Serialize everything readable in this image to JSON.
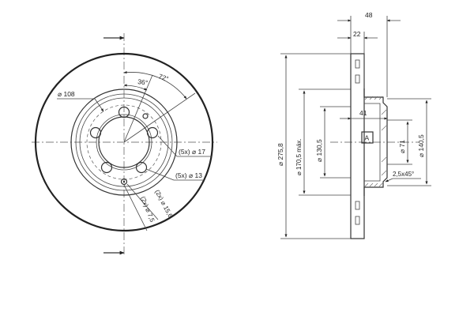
{
  "front_view": {
    "dia_108": "⌀ 108",
    "angle_72": "72°",
    "angle_36": "36°",
    "hole_5x17": "(5x) ⌀ 17",
    "hole_5x13": "(5x) ⌀ 13",
    "hole_2x156": "(2x) ⌀ 15,6",
    "hole_2x75": "(2x) ⌀ 7,5"
  },
  "side_view": {
    "width_48": "48",
    "width_22": "22",
    "dim_41": "41",
    "datum_a": "A",
    "dia_2758": "⌀ 275,8",
    "dia_1705": "⌀ 170,5 máx.",
    "dia_1305": "⌀ 130,5",
    "dia_71": "⌀ 71",
    "dia_1405": "⌀ 140,5",
    "chamfer": "2,5x45°"
  }
}
